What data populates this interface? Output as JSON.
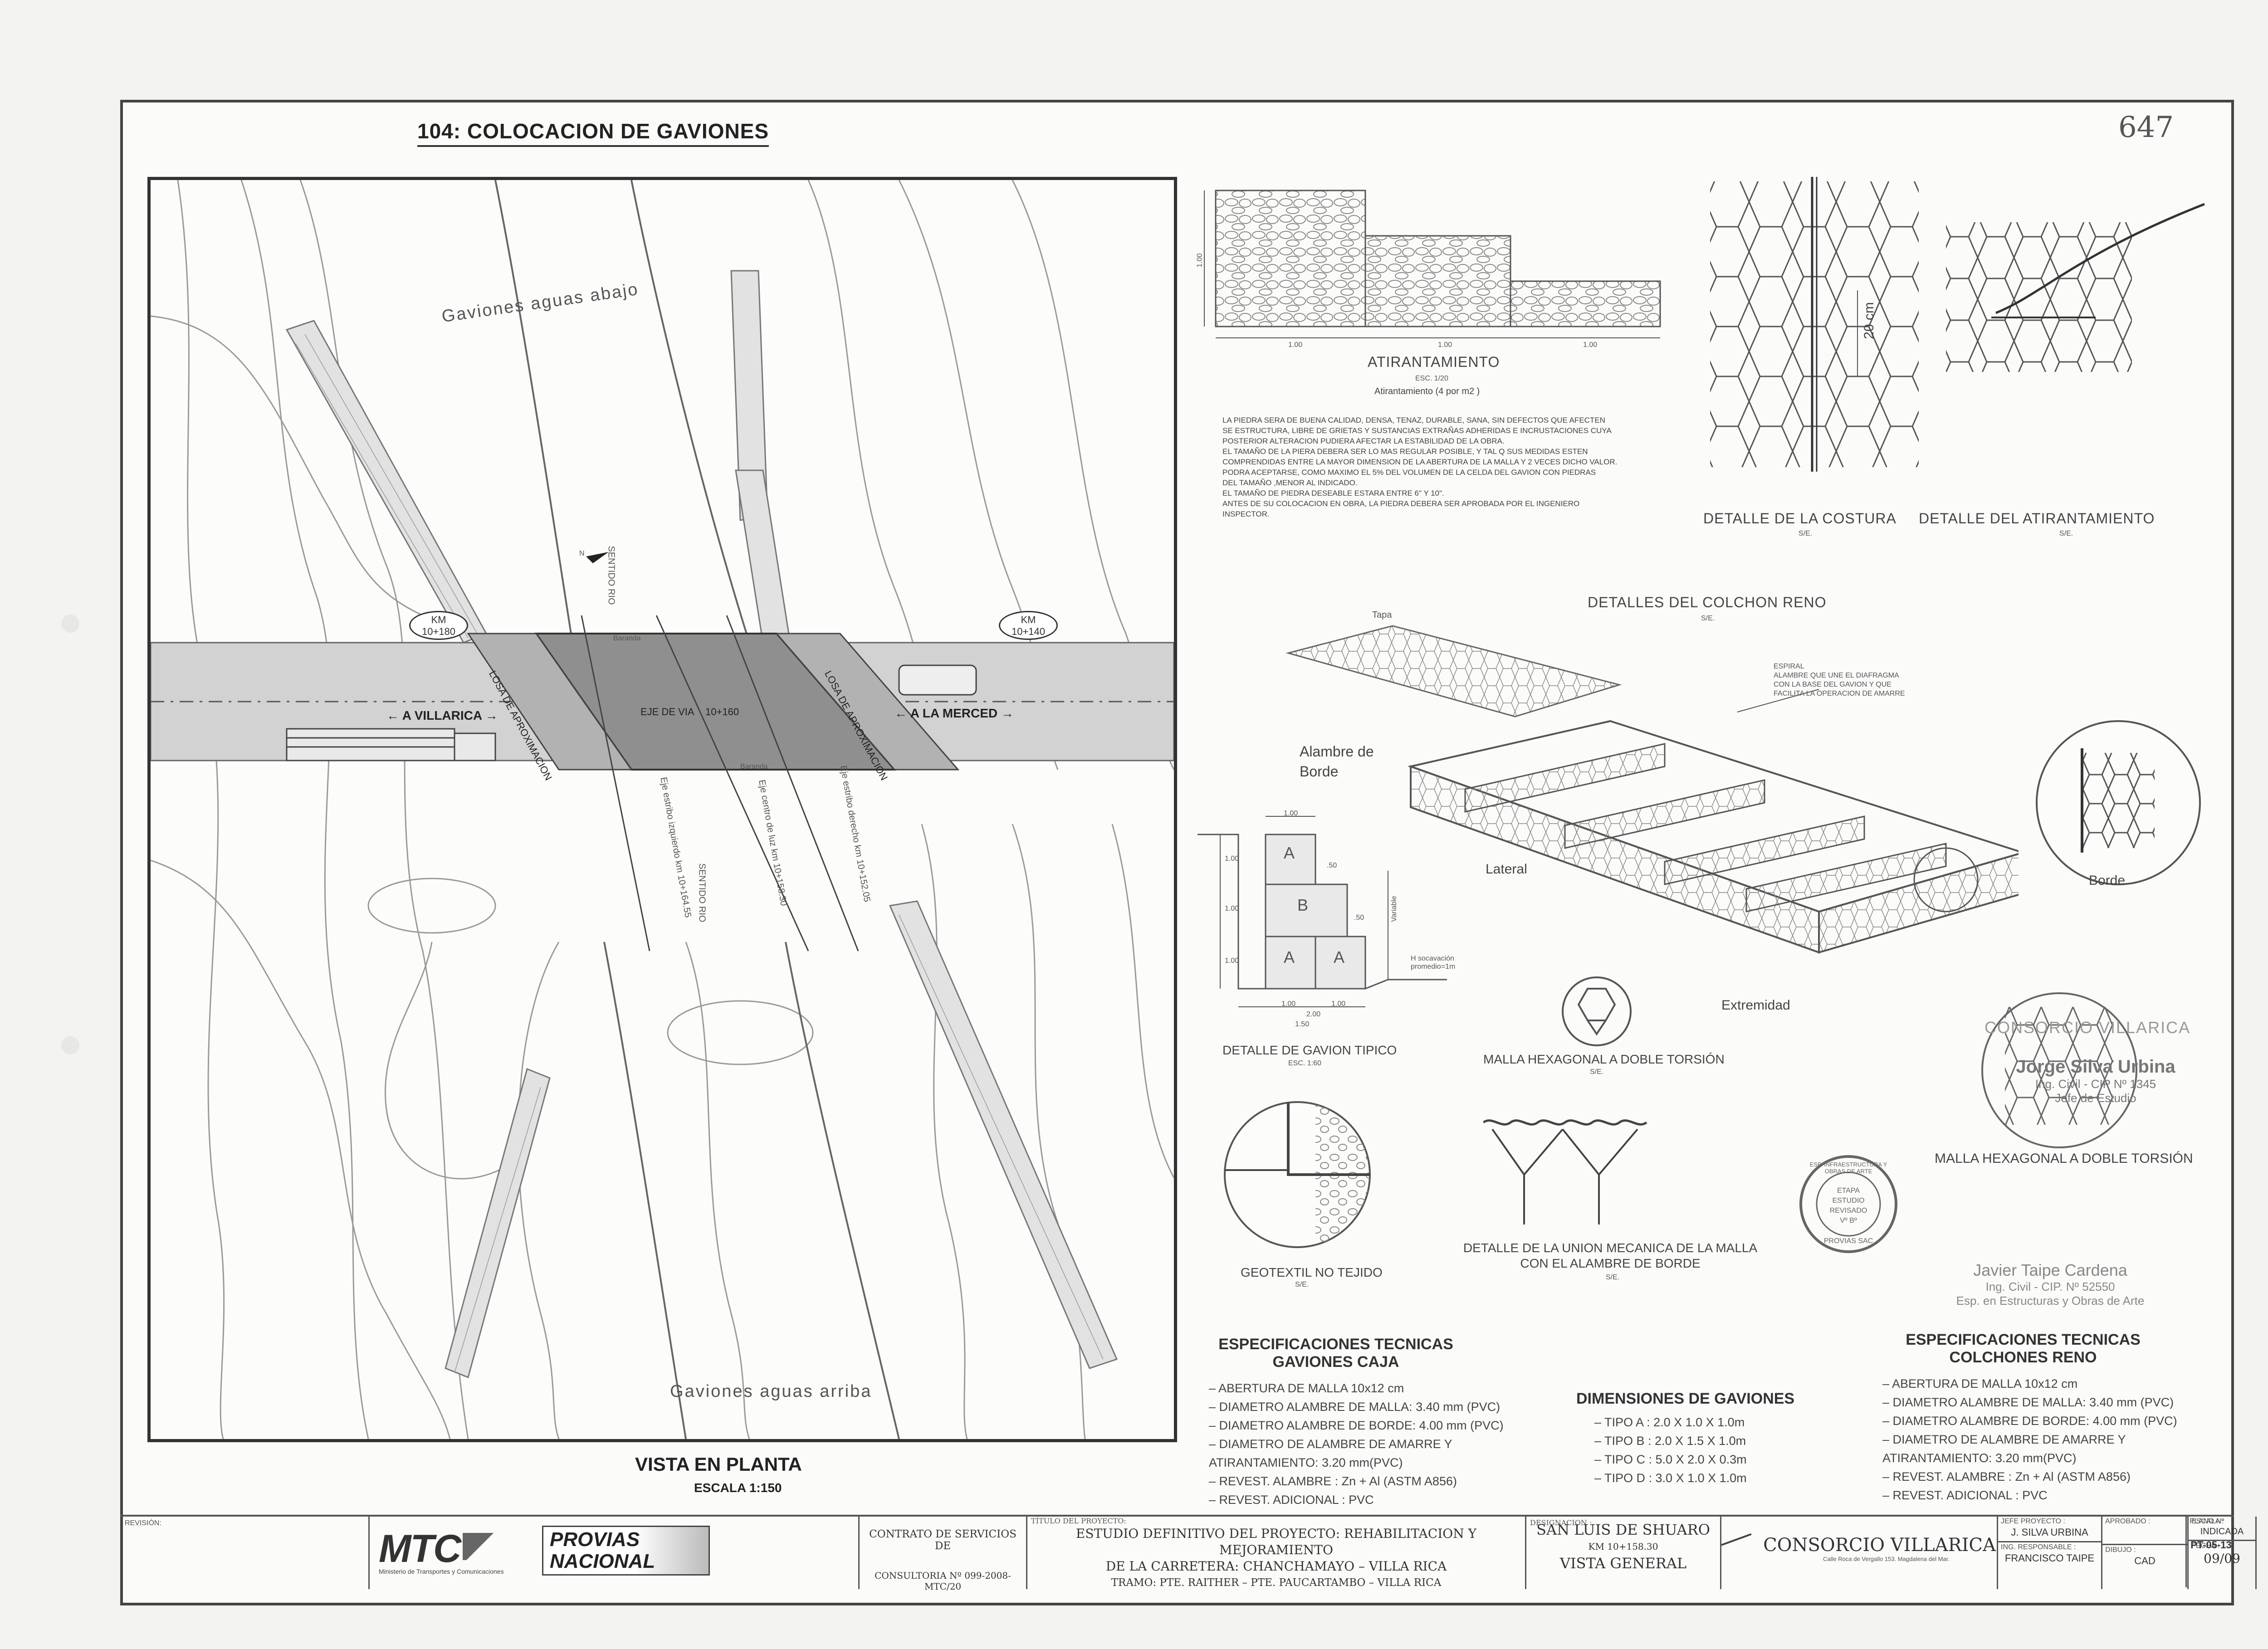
{
  "sheet": {
    "title": "104: COLOCACION DE GAVIONES",
    "number": "647"
  },
  "plan": {
    "label_upstream_top": "Gaviones aguas abajo",
    "label_upstream_bottom": "Gaviones aguas arriba",
    "km_left": "KM",
    "km_left_value": "10+180",
    "km_right": "KM",
    "km_right_value": "10+140",
    "dir_left": "A VILLARICA",
    "dir_right": "A LA MERCED",
    "loza_left": "LOSA DE APROXIMACION",
    "loza_right": "LOSA DE APROXIMACION",
    "axis": "EJE DE VIA",
    "axis_km": "10+160",
    "river_sense": "SENTIDO RIO",
    "river_sense_2": "SENTIDO RIO",
    "baranda": "Baranda",
    "eje_estribo_izq": "Eje estribo izquierdo",
    "eje_estribo_izq_km": "km 10+164.55",
    "eje_centro": "Eje centro de luz",
    "eje_centro_km": "km 10+158.30",
    "eje_estribo_der": "Eje estribo derecho",
    "eje_estribo_der_km": "km 10+152.05",
    "north": "N",
    "caption": "VISTA EN PLANTA",
    "scale": "ESCALA 1:150"
  },
  "atirantamiento": {
    "title": "ATIRANTAMIENTO",
    "scale": "ESC. 1/20",
    "note": "Atirantamiento (4 por m2 )",
    "dim_h": "1.00",
    "dims": [
      "1.00",
      "1.00",
      "1.00"
    ]
  },
  "stone_paragraph": [
    "LA PIEDRA SERA DE BUENA CALIDAD, DENSA, TENAZ, DURABLE, SANA, SIN DEFECTOS QUE AFECTEN",
    "SE ESTRUCTURA, LIBRE DE GRIETAS Y SUSTANCIAS EXTRAÑAS ADHERIDAS E INCRUSTACIONES CUYA",
    "POSTERIOR ALTERACION PUDIERA AFECTAR LA ESTABILIDAD DE LA OBRA.",
    "EL TAMAÑO DE LA PIERA DEBERA SER LO MAS REGULAR POSIBLE, Y TAL Q SUS MEDIDAS ESTEN",
    "COMPRENDIDAS ENTRE LA MAYOR DIMENSION DE LA ABERTURA DE LA MALLA Y 2 VECES DICHO VALOR.",
    "PODRA ACEPTARSE, COMO MAXIMO EL 5% DEL VOLUMEN DE LA CELDA DEL GAVION CON PIEDRAS",
    "DEL TAMAÑO ,MENOR AL INDICADO.",
    "EL TAMAÑO DE PIEDRA DESEABLE ESTARA ENTRE 6\" Y 10\".",
    "ANTES DE SU COLOCACION EN OBRA, LA PIEDRA DEBERA SER APROBADA POR EL INGENIERO",
    "INSPECTOR."
  ],
  "costura": {
    "title": "DETALLE DE LA COSTURA",
    "scale": "S/E.",
    "dim": "20 cm"
  },
  "atirant_detail": {
    "title": "DETALLE DEL ATIRANTAMIENTO",
    "scale": "S/E."
  },
  "colchon": {
    "title": "DETALLES DEL COLCHON RENO",
    "scale": "S/E.",
    "tapa": "Tapa",
    "espiral_1": "ESPIRAL",
    "espiral_2": "ALAMBRE QUE UNE EL DIAFRAGMA",
    "espiral_3": "CON LA BASE DEL GAVION Y QUE",
    "espiral_4": "FACILITA LA OPERACION DE AMARRE",
    "alambre_1": "Alambre de",
    "alambre_2": "Borde",
    "lateral": "Lateral",
    "extremidad": "Extremidad",
    "borde": "Borde"
  },
  "gavion_tipico": {
    "title": "DETALLE DE GAVION TIPICO",
    "scale": "ESC. 1:60",
    "dims_top": "1.00",
    "dims_v": [
      "1.00",
      "1.00",
      "1.00"
    ],
    "half": [
      ".50",
      ".50"
    ],
    "bottom": [
      "1.00",
      "1.00",
      "2.00",
      "1.50"
    ],
    "cells": [
      "A",
      "B",
      "A",
      "A"
    ],
    "socav_1": "H socavación",
    "socav_2": "promedio=1m",
    "variable": "Variable"
  },
  "malla_hex": {
    "title": "MALLA HEXAGONAL A DOBLE TORSIÓN",
    "scale": "S/E."
  },
  "malla_hex_2": {
    "title": "MALLA HEXAGONAL A DOBLE TORSIÓN"
  },
  "geotextil": {
    "title": "GEOTEXTIL NO TEJIDO",
    "scale": "S/E."
  },
  "union": {
    "title_1": "DETALLE DE LA UNION MECANICA DE LA MALLA",
    "title_2": "CON EL ALAMBRE DE BORDE",
    "scale": "S/E."
  },
  "spec_caja": {
    "title_1": "ESPECIFICACIONES TECNICAS",
    "title_2": "GAVIONES CAJA",
    "items": [
      "– ABERTURA DE MALLA 10x12 cm",
      "– DIAMETRO ALAMBRE DE MALLA: 3.40 mm (PVC)",
      "– DIAMETRO ALAMBRE DE BORDE: 4.00 mm (PVC)",
      "– DIAMETRO DE ALAMBRE DE AMARRE Y",
      "   ATIRANTAMIENTO: 3.20 mm(PVC)",
      "– REVEST. ALAMBRE   : Zn + Al (ASTM A856)",
      "– REVEST. ADICIONAL   : PVC"
    ]
  },
  "dimensiones": {
    "title": "DIMENSIONES DE GAVIONES",
    "items": [
      "– TIPO A : 2.0 X 1.0 X 1.0m",
      "– TIPO B : 2.0 X 1.5 X 1.0m",
      "– TIPO C : 5.0 X 2.0 X 0.3m",
      "– TIPO D : 3.0 X 1.0 X 1.0m"
    ]
  },
  "spec_colchon": {
    "title_1": "ESPECIFICACIONES TECNICAS",
    "title_2": "COLCHONES RENO",
    "items": [
      "– ABERTURA DE MALLA 10x12 cm",
      "– DIAMETRO ALAMBRE DE MALLA: 3.40 mm (PVC)",
      "– DIAMETRO ALAMBRE DE BORDE: 4.00 mm (PVC)",
      "– DIAMETRO DE ALAMBRE DE AMARRE Y",
      "   ATIRANTAMIENTO: 3.20 mm(PVC)",
      "– REVEST. ALAMBRE   : Zn + Al (ASTM A856)",
      "– REVEST. ADICIONAL   : PVC"
    ]
  },
  "stamps": {
    "consorcio": "CONSORCIO VILLARICA",
    "name_1": "Jorge Silva Urbina",
    "cip_1": "Ing. Civil - CIP Nº 1345",
    "role_1": "Jefe de Estudio",
    "name_2": "Javier Taipe Cardena",
    "cip_2": "Ing. Civil - CIP. Nº 52550",
    "role_2": "Esp. en Estructuras y Obras de Arte",
    "seal_text": "ESP. INFRAESTRUCTURA Y OBRAS DE ARTE",
    "seal_mid_1": "ETAPA ESTUDIO",
    "seal_mid_2": "REVISADO",
    "seal_mid_3": "Vº Bº",
    "seal_bottom": "PROVIAS SAC"
  },
  "title_block": {
    "revision": "REVISIÓN:",
    "mtc": "MTC",
    "mtc_sub": "Ministerio de Transportes y Comunicaciones",
    "provias_1": "PROVIAS",
    "provias_2": "NACIONAL",
    "contrato_1": "CONTRATO DE SERVICIOS DE",
    "contrato_2": "CONSULTORIA Nº 099-2008-MTC/20",
    "proyecto_lbl": "TÍTULO DEL PROYECTO:",
    "proyecto_1": "ESTUDIO DEFINITIVO DEL PROYECTO: REHABILITACION Y MEJORAMIENTO",
    "proyecto_2": "DE LA CARRETERA: CHANCHAMAYO – VILLA RICA",
    "proyecto_3": "TRAMO: PTE. RAITHER – PTE. PAUCARTAMBO – VILLA RICA",
    "designacion_lbl": "DESIGNACION :",
    "designacion_1": "SAN LUIS DE SHUARO",
    "designacion_2": "KM 10+158.30",
    "designacion_3": "VISTA GENERAL",
    "consorcio": "CONSORCIO VILLARICA",
    "consorcio_addr": "Calle Roca de Vergallo 153. Magdalena del Mar.",
    "jefe_lbl": "JEFE PROYECTO :",
    "jefe": "J. SILVA URBINA",
    "ing_lbl": "ING. RESPONSABLE :",
    "ing": "FRANCISCO TAIPE",
    "aprobado_lbl": "APROBADO :",
    "dibujo_lbl": "DIBUJO :",
    "dibujo": "CAD",
    "escala_lbl": "ESCALA :",
    "escala": "INDICADA",
    "fecha_lbl": "FECHA :",
    "fecha": "09/09",
    "plano_lbl": "PLANO Nº",
    "plano": "PT-05-13"
  }
}
